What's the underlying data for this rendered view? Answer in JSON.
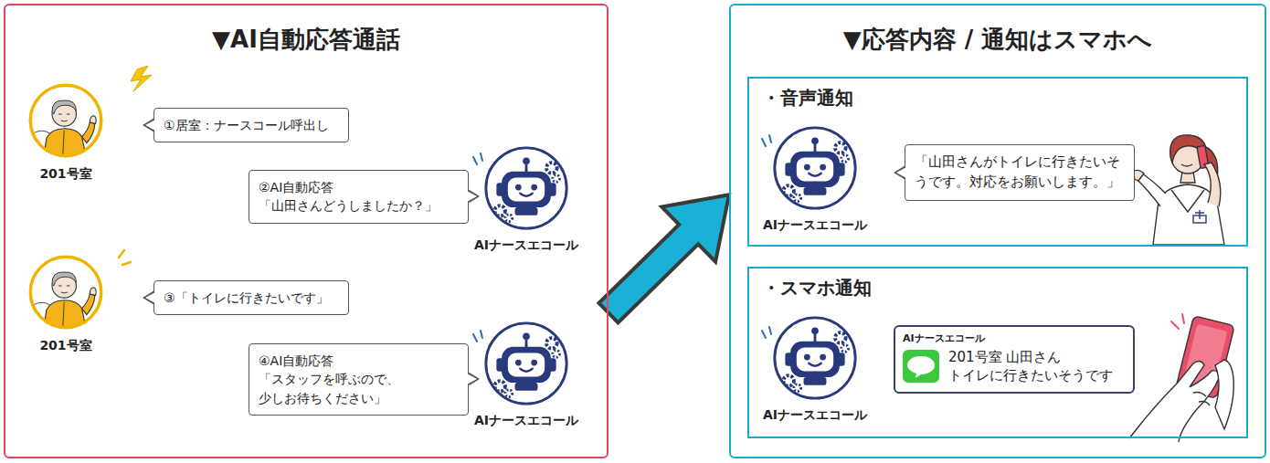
{
  "diagram": {
    "nodes": [
      {
        "text": [
          "▼AI自動応答通話"
        ]
      },
      {
        "text": [
          "201号室"
        ],
        "in": 0
      },
      {
        "text": [
          "①居室：ナースコール呼出し"
        ],
        "in": 0
      },
      {
        "text": [
          "②AI自動応答",
          "「山田さんどうしましたか？」"
        ],
        "in": 0
      },
      {
        "text": [
          "AIナースエコール"
        ],
        "in": 0
      },
      {
        "text": [
          "201号室"
        ],
        "in": 0
      },
      {
        "text": [
          "③「トイレに行きたいです」"
        ],
        "in": 0
      },
      {
        "text": [
          "④AI自動応答",
          "「スタッフを呼ぶので、 少しお待ちください」"
        ],
        "in": 0
      },
      {
        "text": [
          "AIナースエコール"
        ],
        "in": 0
      },
      {
        "text": [
          "▼応答内容 / 通知はスマホへ"
        ]
      },
      {
        "text": [
          "・音声通知"
        ],
        "in": 9
      },
      {
        "text": [
          "AIナースエコール"
        ],
        "in": 10
      },
      {
        "text": [
          "「山田さんがトイレに行きたいそうです。対応をお願いします。」"
        ],
        "in": 10
      },
      {
        "text": [
          "・スマホ通知"
        ],
        "in": 9
      },
      {
        "text": [
          "AIナースエコール"
        ],
        "in": 13
      },
      {
        "text": [
          "AIナースエコール",
          "201号室 山田さん トイレに行きたいそうです"
        ],
        "in": 13
      }
    ],
    "edges": [
      {
        "from": 0,
        "to": 9,
        "arrow": "to"
      }
    ]
  }
}
